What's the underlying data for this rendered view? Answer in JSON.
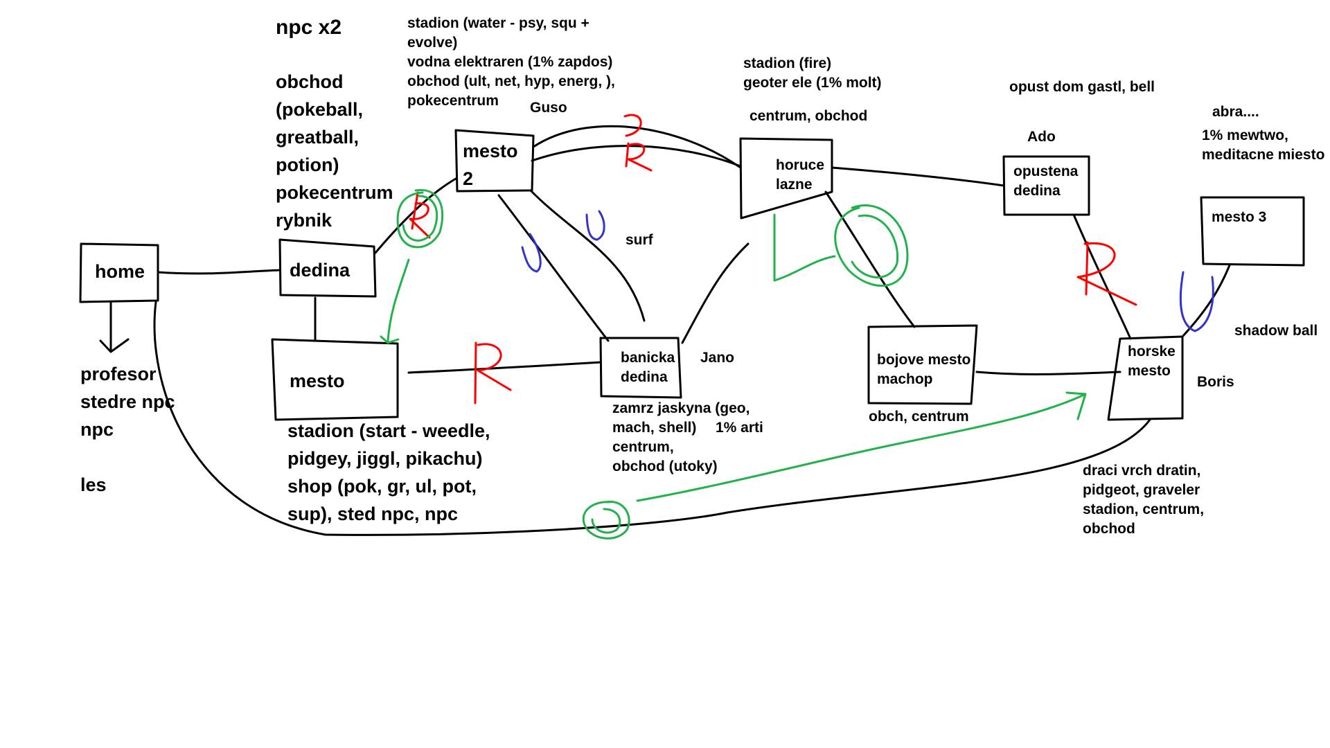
{
  "nodes": {
    "home": "home",
    "dedina": "dedina",
    "mesto": "mesto",
    "mesto2": "mesto\n2",
    "banicka": "banicka\ndedina",
    "horuce": "horuce\nlazne",
    "bojove": "bojove mesto\nmachop",
    "opustena": "opustena\ndedina",
    "horske": "horske\nmesto",
    "mesto3": "mesto 3"
  },
  "notes": {
    "npc_x2": "npc x2",
    "dedina_info": "obchod\n(pokeball,\ngreatball,\npotion)\npokecentrum\nrybnik",
    "home_info": "profesor\nstedre npc\nnpc\n\nles",
    "mesto_info": "stadion (start - weedle,\npidgey, jiggl, pikachu)\nshop (pok, gr, ul, pot,\nsup), sted npc, npc",
    "mesto2_info": "stadion (water - psy, squ +\nevolve)\nvodna elektraren (1% zapdos)\nobchod (ult, net, hyp, energ, ),\npokecentrum",
    "guso": "Guso",
    "surf": "surf",
    "jano": "Jano",
    "banicka_info": "zamrz jaskyna (geo,\nmach, shell)\ncentrum,\nobchod (utoky)",
    "arti": "1% arti",
    "horuce_info": "stadion (fire)\ngeoter ele (1% molt)",
    "centrum_obchod": "centrum, obchod",
    "bojove_info": "obch, centrum",
    "opust_info": "opust dom gastl, bell",
    "ado": "Ado",
    "abra": "abra....",
    "mewtwo": "1% mewtwo,\nmeditacne miesto",
    "shadow": "shadow ball",
    "boris": "Boris",
    "draci": "draci vrch dratin,\npidgeot, graveler\nstadion, centrum,\nobchod"
  },
  "colors": {
    "ink": "#000000",
    "rock": "#ff0000",
    "water": "#3333cc",
    "cut": "#22b14c"
  }
}
